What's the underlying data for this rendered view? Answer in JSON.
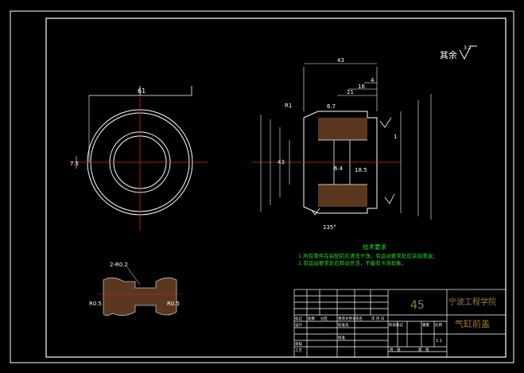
{
  "drawing": {
    "roughness_other": "其余",
    "roughness_value": "3.2",
    "views": {
      "left": {
        "dim_diameter": "61",
        "dim_side": "7.5"
      },
      "right": {
        "dim_total": "43",
        "dim_4": "4",
        "dim_16": "16",
        "dim_21": "21",
        "dim_6_7": "6.7",
        "dim_r1": "R1",
        "dim_43": "43",
        "dim_6_4": "6.4",
        "dim_18_5": "18.5",
        "dim_1": "1",
        "dim_135": "135°"
      },
      "detail": {
        "r_top": "2-R0.2",
        "r_left": "R0.5",
        "r_right": "R0.5"
      }
    },
    "notes": {
      "title": "技术要求",
      "line1": "1.所有零件在装配前应清洗干净，有运动要求处应涂润滑油；",
      "line2": "2.有运动要求处应转动灵活，不能有卡滞现象。"
    },
    "title_block": {
      "material": "45",
      "school": "宁波工程学院",
      "part_name": "气缸前盖",
      "scale": "1:1",
      "row_labels": [
        "标记",
        "处数",
        "分区",
        "更改文件号",
        "签名",
        "年 月 日"
      ],
      "design": "设计",
      "standardize": "标准化",
      "review": "审核",
      "craft": "工艺",
      "approve": "批准",
      "stage_mark": "阶段标记",
      "weight": "重量",
      "scale_label": "比例",
      "sheet_total": "共　张",
      "sheet_no": "第　张"
    }
  }
}
